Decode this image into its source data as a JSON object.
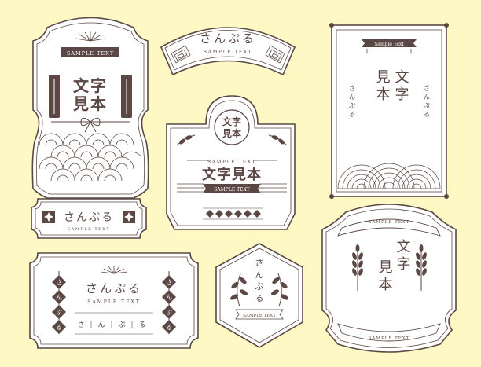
{
  "colors": {
    "background": "#fdf8c4",
    "ink": "#5b4744",
    "card": "#ffffff"
  },
  "labels": {
    "l1": {
      "sample": "SAMPLE TEXT",
      "title_line1": "文字",
      "title_line2": "見本"
    },
    "l2": {
      "title": "さんぷる",
      "sample": "SAMPLE TEXT"
    },
    "l3": {
      "sample": "Sample Text",
      "side_left": "さんぷる",
      "side_right": "さんぷる",
      "title_col1": "文字",
      "title_col2": "見本"
    },
    "l4": {
      "badge_line1": "文字",
      "badge_line2": "見本",
      "sample": "SAMPLE TEXT",
      "title": "文字見本",
      "ribbon": "SAMPLE TEXT"
    },
    "l5": {
      "title": "さんぷる",
      "sample": "SAMPLE TEXT"
    },
    "l6": {
      "title": "さんぷる",
      "sample": "SAMPLE TEXT",
      "chars": [
        "さ",
        "ん",
        "ぷ",
        "る"
      ],
      "diamonds": [
        "さ",
        "ん",
        "ぷ",
        "る"
      ]
    },
    "l7": {
      "title_chars": [
        "さ",
        "ん",
        "ぷ",
        "る"
      ],
      "ribbon": "SAMPLE TEXT"
    },
    "l8": {
      "sample_top": "SAMPLE TEXT",
      "title_col1": "文字",
      "title_col2": "見本",
      "sample_bottom": "SAMPLE TEXT"
    }
  }
}
